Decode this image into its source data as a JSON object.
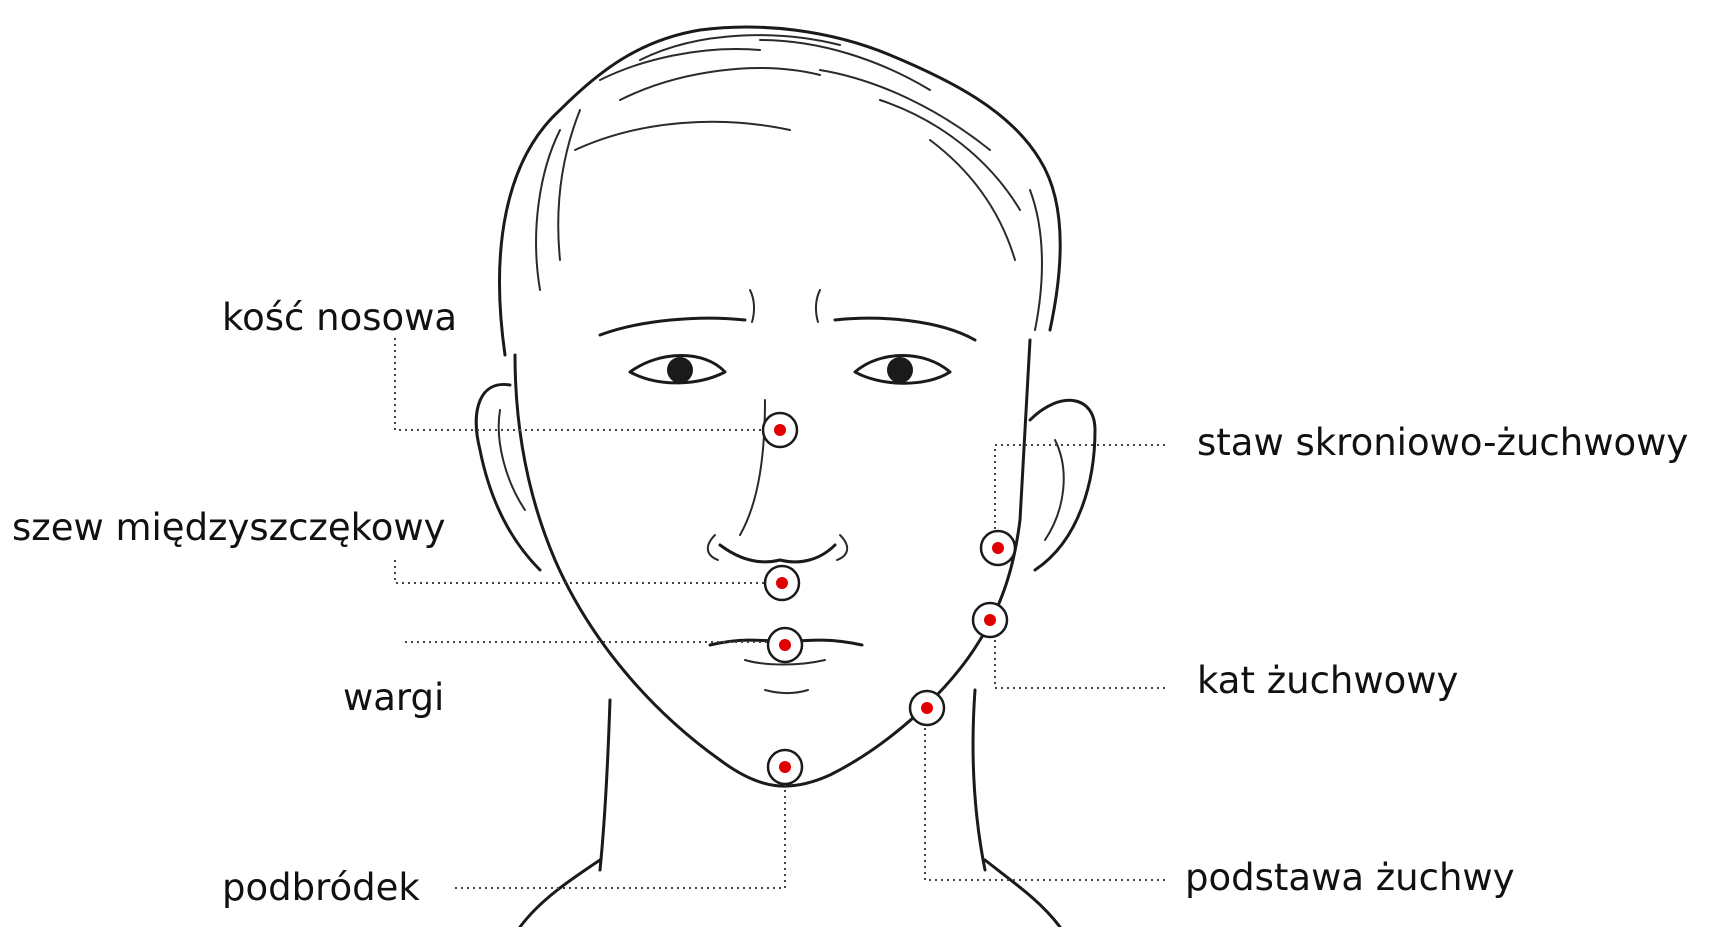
{
  "labels": {
    "nasal_bone": "kość nosowa",
    "intermaxillary_suture": "szew międzyszczękowy",
    "lips": "wargi",
    "chin": "podbródek",
    "tmj": "staw skroniowo-żuchwowy",
    "mandible_angle": "kat żuchwowy",
    "mandible_base": "podstawa żuchwy"
  },
  "colors": {
    "marker_dot": "#e00000",
    "ink": "#1a1a1a"
  },
  "icons": {
    "marker": "red-dot-in-circle"
  }
}
